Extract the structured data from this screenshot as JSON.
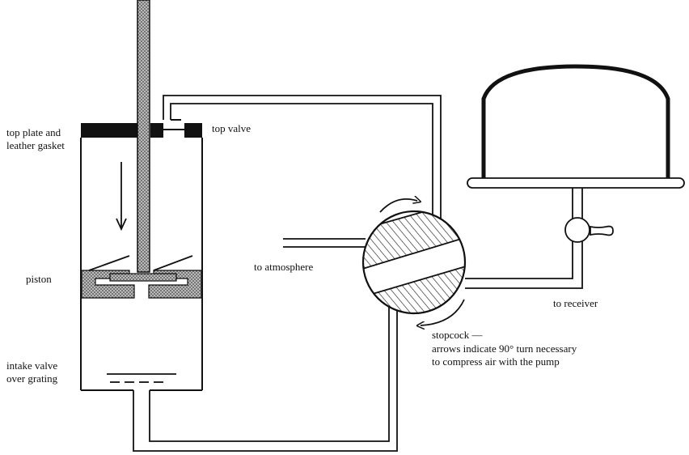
{
  "labels": {
    "top_plate_line1": "top plate and",
    "top_plate_line2": "leather gasket",
    "top_valve": "top valve",
    "piston": "piston",
    "intake_line1": "intake valve",
    "intake_line2": "over grating",
    "to_atmosphere": "to atmosphere",
    "to_receiver": "to receiver",
    "stopcock_line1": "stopcock —",
    "stopcock_line2": "arrows indicate 90° turn necessary",
    "stopcock_line3": "to compress air with the pump"
  }
}
